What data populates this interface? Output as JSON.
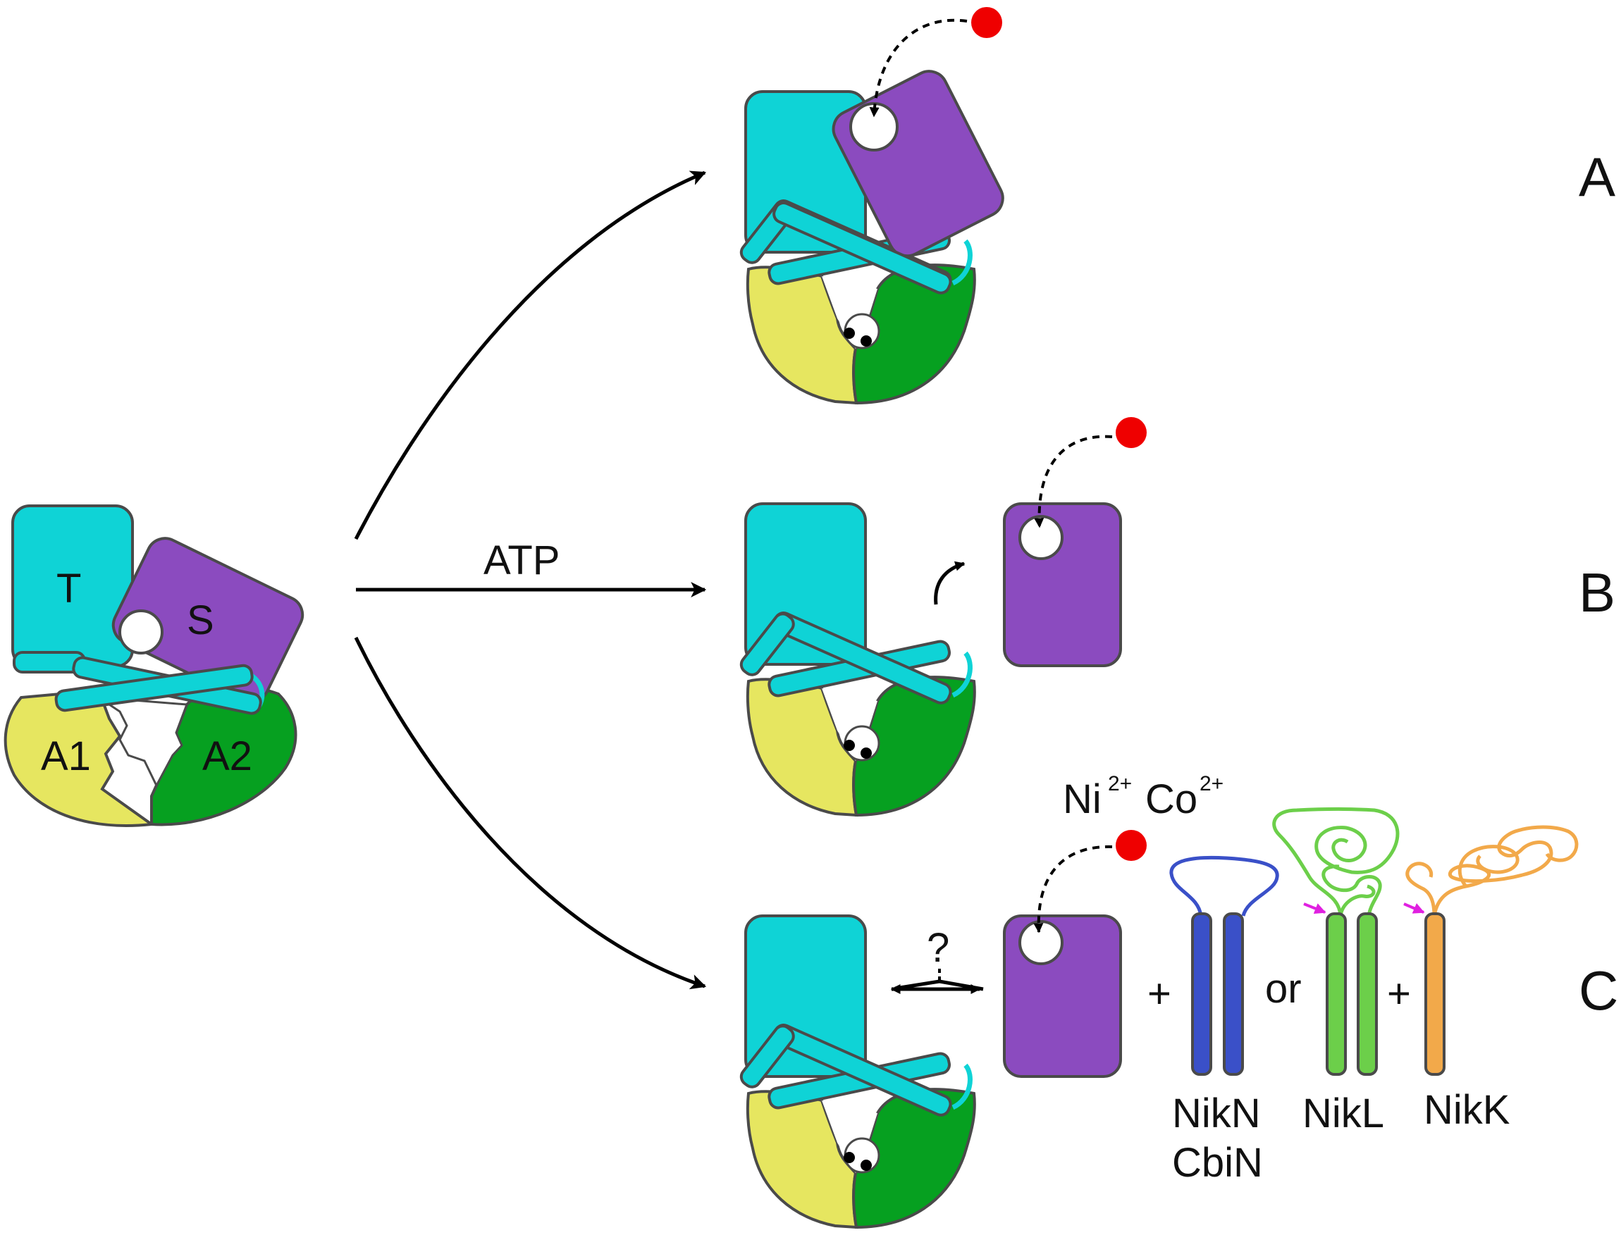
{
  "colors": {
    "tmd": "#0fd3d6",
    "sbd": "#8b4bbf",
    "a1": "#e6e660",
    "a2": "#06a020",
    "ion": "#ef0000",
    "outline": "#4a4a4a",
    "nikn": "#3a50c8",
    "nikl": "#6ccf4a",
    "nikk": "#f2a94a",
    "cleavage_arrow": "#e020e0"
  },
  "labels": {
    "t": "T",
    "s": "S",
    "a1": "A1",
    "a2": "A2",
    "atp": "ATP",
    "panel_a": "A",
    "panel_b": "B",
    "panel_c": "C",
    "ni": "Ni",
    "ni_charge": "2+",
    "co": "Co",
    "co_charge": "2+",
    "question": "?",
    "plus1": "+",
    "plus2": "+",
    "or": "or",
    "nikn": "NikN",
    "cbin": "CbiN",
    "nikl": "NikL",
    "nikk": "NikK"
  }
}
